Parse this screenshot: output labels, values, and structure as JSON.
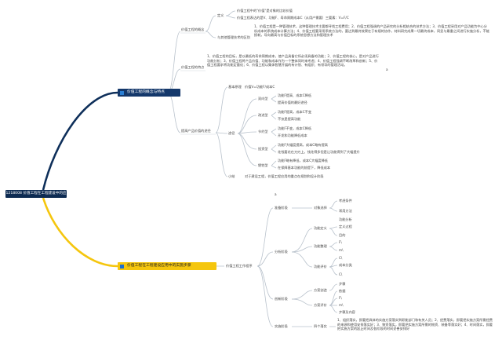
{
  "root": "1218008 价值工程在工程建设中的应用",
  "branch1": {
    "title": "价值工程的概念与特点",
    "concept": {
      "title": "价值工程的概念",
      "def_label": "定义",
      "def_lines": [
        "价值工程中的\"价值\"是对象的比较价值",
        "价值工程表达的是V、功能F、寿命周期成本C（从用户需要）三要素：V=F/C"
      ],
      "diff_label": "与其他管理技术的区别",
      "diff_text": "1、价值工程是一种管理技术，这种管理技术主要都寻找工程费用；2、价值工程强调的产品研究的分析相结合的技术方法；3、价值工程采用对产品功能为中心分析成本的系统成本计算方法；4、价值工程要采用系统方法的，要达到最终效果在于有规的协作，材料研究成果一切最终成本，同显与最重之间进行实施分析，不能损耗，导向最高与价值目标的系统思想方法和管理技术"
    },
    "features": {
      "title": "价值工程的特点",
      "text": "1、价值工程的目标，是以最低的寿命周期成本，使产品具备它所必须具备的功能；2、价值工程的核心，是对产品进行功能分析；3、价值工程将产品价值、功能和成本作为一个整体同时来考虑；4、价值工程强调不断改革和创新；5、价值工程要求将功能定量化；6、价值工程以集体智慧开展的有计划、有组织、有领导的管理活动。",
      "mark": "a"
    },
    "ways": {
      "title": "提高产品价值的途径",
      "basic_label": "基本原理",
      "basic_text": "价值V=功能F/成本C",
      "approach_label": "途径",
      "groups": [
        {
          "label": "双向型",
          "items": [
            "功能F提高、成本C降低",
            "提高价值的最好途径"
          ]
        },
        {
          "label": "改进型",
          "items": [
            "功能F提高，成本C不变",
            "不仅是提高功能"
          ]
        },
        {
          "label": "节约型",
          "items": [
            "功能F不变，成本C降低",
            "开发和功能降低成本"
          ]
        },
        {
          "label": "投资型",
          "items": [
            "功能F大幅度提高，成本C略有提高",
            "花钱要花在刀刃上，钱花得多但是让功能得到了大幅提升"
          ]
        },
        {
          "label": "牺牲型",
          "items": [
            "功能F略有降低，成本C大幅度降低",
            "在保障基本功能的前提下，降低成本"
          ]
        }
      ],
      "summary_label": "小结",
      "summary_text": "对于建设工程，价值工程应用的重点在规划和设计阶段"
    }
  },
  "branch2": {
    "title": "价值工程在工程建设应用中的实施步骤",
    "process_label": "价值工程工作程序",
    "mark_a": "a",
    "stages": [
      {
        "label": "准备阶段",
        "sub": [
          {
            "label": "对象选择",
            "items": [
              "考虑条件",
              "常用方法"
            ]
          }
        ],
        "extra": [
          "功能分析"
        ]
      },
      {
        "label": "分析阶段",
        "sub": [
          {
            "label": "功能定义",
            "items": [
              "定义过程",
              "目的"
            ]
          },
          {
            "label": "功能整理",
            "items": [
              "F\\",
              "m\\"
            ]
          },
          {
            "label": "功能评价",
            "items": [
              "C\\",
              "成本分类",
              "C\\"
            ]
          }
        ]
      },
      {
        "label": "创新阶段",
        "sub": [
          {
            "label": "方案创造",
            "items": [
              "步骤"
            ]
          },
          {
            "label": "方案评价",
            "items": [
              "依据",
              "F\\",
              "m\\",
              "步骤及内容"
            ]
          }
        ]
      },
      {
        "label": "实施阶段",
        "sub": [
          {
            "label": "四个落实",
            "items": [
              "1、组织落实，即要把具体的实施方案落实到职能部门和有关人员；2、经费落实，即要把实施方案所需经费的来源和使用安排落实好；3、物资落实，即要把实施方案所需的物资、装备等落实好；4、时间落实，即要把实施方案的起止时间及各阶段的时间妥善安排好"
            ]
          }
        ]
      }
    ]
  },
  "colors": {
    "root_bg": "#0d2b52",
    "branch1_bg": "#14386b",
    "branch2_bg": "#f5c60e",
    "line_blue": "#0e2f5a",
    "line_yellow": "#f5c60e",
    "line_thin": "#b9c2cc"
  }
}
